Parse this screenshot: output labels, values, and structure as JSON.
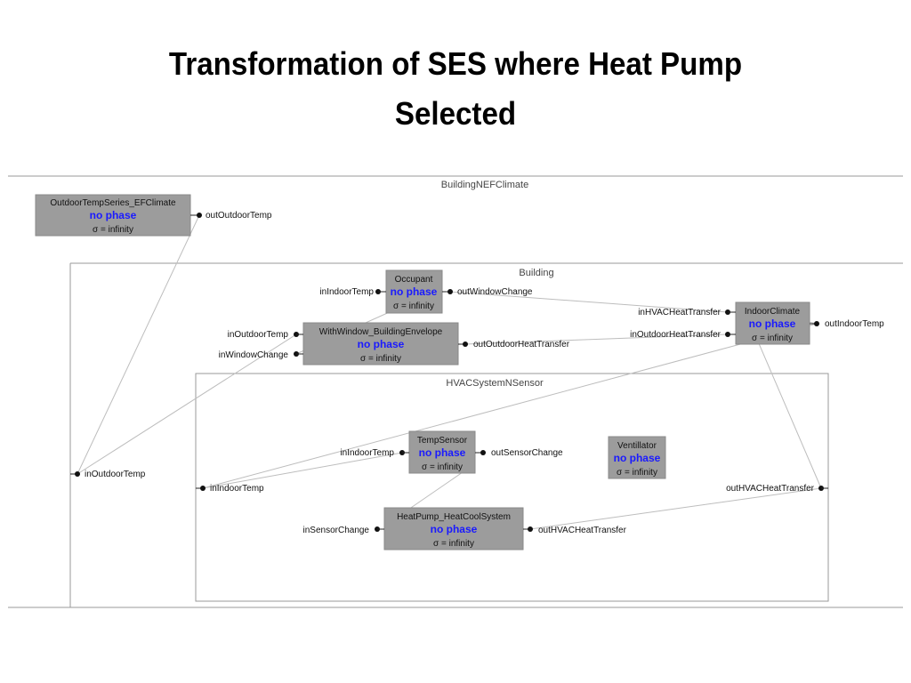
{
  "slide": {
    "title_line1": "Transformation of SES where Heat Pump",
    "title_line2": "Selected"
  },
  "diagram": {
    "containers": {
      "building_nef_climate": "BuildingNEFClimate",
      "building": "Building",
      "hvac_system_n_sensor": "HVACSystemNSensor"
    },
    "models": {
      "outdoor_temp_series": {
        "name": "OutdoorTempSeries_EFClimate",
        "phase": "no phase",
        "sigma": "σ = infinity"
      },
      "occupant": {
        "name": "Occupant",
        "phase": "no phase",
        "sigma": "σ = infinity"
      },
      "with_window": {
        "name": "WithWindow_BuildingEnvelope",
        "phase": "no phase",
        "sigma": "σ = infinity"
      },
      "indoor_climate": {
        "name": "IndoorClimate",
        "phase": "no phase",
        "sigma": "σ = infinity"
      },
      "temp_sensor": {
        "name": "TempSensor",
        "phase": "no phase",
        "sigma": "σ = infinity"
      },
      "ventillator": {
        "name": "Ventillator",
        "phase": "no phase",
        "sigma": "σ = infinity"
      },
      "heat_pump": {
        "name": "HeatPump_HeatCoolSystem",
        "phase": "no phase",
        "sigma": "σ = infinity"
      }
    },
    "ports": {
      "outdoor_out": "outOutdoorTemp",
      "building_in_outdoor": "inOutdoorTemp",
      "occupant_in": "inIndoorTemp",
      "occupant_out": "outWindowChange",
      "window_in_outdoor": "inOutdoorTemp",
      "window_in_change": "inWindowChange",
      "window_out": "outOutdoorHeatTransfer",
      "indoor_in_hvac": "inHVACHeatTransfer",
      "indoor_in_outdoor": "inOutdoorHeatTransfer",
      "indoor_out": "outIndoorTemp",
      "hvac_in_indoor": "inIndoorTemp",
      "hvac_out": "outHVACHeatTransfer",
      "sensor_in": "inIndoorTemp",
      "sensor_out": "outSensorChange",
      "heatpump_in": "inSensorChange",
      "heatpump_out": "outHVACHeatTransfer"
    }
  }
}
